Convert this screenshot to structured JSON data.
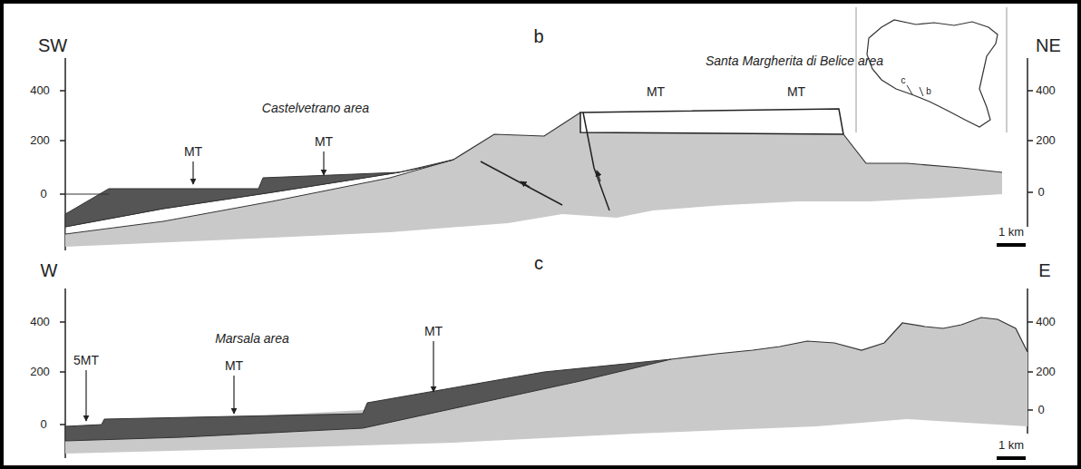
{
  "diagram": {
    "labels": [
      "SW",
      "b",
      "Santa Margherita di Belice area",
      "NE",
      "400",
      "400",
      "200",
      "MT",
      "MT",
      "200",
      "Castelvetrano area",
      "MT",
      "MT",
      "0",
      "0",
      "1 km",
      "W",
      "c",
      "E",
      "400",
      "400",
      "Marsala area",
      "200",
      "5MT",
      "MT",
      "MT",
      "200",
      "0",
      "0",
      "1 km",
      "c",
      "b"
    ]
  }
}
